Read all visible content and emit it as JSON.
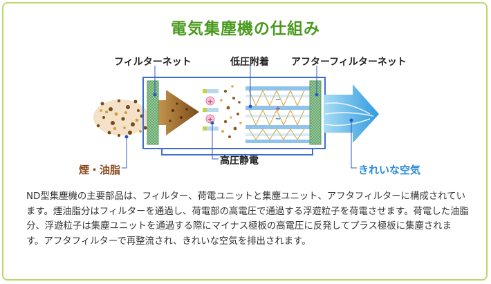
{
  "title": "電気集塵機の仕組み",
  "labels": {
    "filter_net": "フィルターネット",
    "low_pressure_adhesion": "低圧附着",
    "after_filter_net": "アフターフィルターネット",
    "high_pressure_static": "高圧静電",
    "smoke_oil": "煙・油脂",
    "clean_air": "きれいな空気"
  },
  "description": "ND型集塵機の主要部品は、フィルター、荷電ユニットと集塵ユニット、アフタフィルターに構成されています。煙油脂分はフィルターを通過し、荷電部の高電圧で通過する浮遊粒子を荷電させます。荷電した油脂分、浮遊粒子は集塵ユニットを通過する際にマイナス極板の高電圧に反発してプラス極板に集塵されます。アフタフィルターで再整流され、きれいな空気を排出されます。",
  "symbols": {
    "plus": "+",
    "minus": "−"
  },
  "colors": {
    "title_green": "#4a9a1f",
    "frame_green": "#b7d86b",
    "smoke_brown": "#8a4a1f",
    "clean_blue": "#2a8ad8",
    "housing_blue": "#3a6fd0"
  }
}
